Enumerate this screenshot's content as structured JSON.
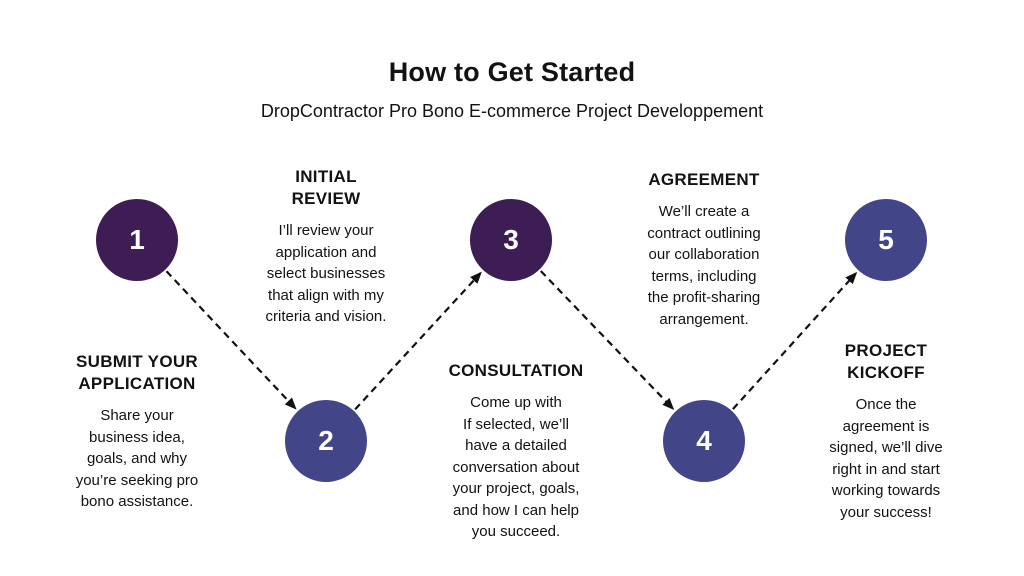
{
  "header": {
    "title": "How to Get Started",
    "subtitle": "DropContractor Pro Bono E-commerce Project Developpement"
  },
  "colors": {
    "background": "#ffffff",
    "text": "#121212",
    "arrow": "#111111",
    "circle_dark_purple": "#3d1d53",
    "circle_indigo": "#434589",
    "circle_number_text": "#ffffff"
  },
  "steps": [
    {
      "number": "1",
      "title": [
        "SUBMIT YOUR",
        "APPLICATION"
      ],
      "description": [
        "Share your",
        "business idea,",
        "goals, and why",
        "you’re seeking pro",
        "bono assistance."
      ],
      "circle_color": "#3d1d53",
      "circle_position": "above-text"
    },
    {
      "number": "2",
      "title": [
        "INITIAL",
        "REVIEW"
      ],
      "description": [
        "I’ll review your",
        "application and",
        "select businesses",
        "that align with my",
        "criteria and vision."
      ],
      "circle_color": "#434589",
      "circle_position": "below-text"
    },
    {
      "number": "3",
      "title": [
        "CONSULTATION"
      ],
      "description": [
        "Come up with",
        "If selected, we’ll",
        "have a detailed",
        "conversation about",
        "your project, goals,",
        "and how I can help",
        "you succeed."
      ],
      "circle_color": "#3d1d53",
      "circle_position": "above-text"
    },
    {
      "number": "4",
      "title": [
        "AGREEMENT"
      ],
      "description": [
        "We’ll create a",
        "contract outlining",
        "our collaboration",
        "terms, including",
        "the profit-sharing",
        "arrangement."
      ],
      "circle_color": "#434589",
      "circle_position": "below-text"
    },
    {
      "number": "5",
      "title": [
        "PROJECT",
        "KICKOFF"
      ],
      "description": [
        "Once the",
        "agreement is",
        "signed, we’ll dive",
        "right in and start",
        "working towards",
        "your success!"
      ],
      "circle_color": "#434589",
      "circle_position": "above-text"
    }
  ],
  "connections": [
    {
      "from": 1,
      "to": 2
    },
    {
      "from": 2,
      "to": 3
    },
    {
      "from": 3,
      "to": 4
    },
    {
      "from": 4,
      "to": 5
    }
  ]
}
